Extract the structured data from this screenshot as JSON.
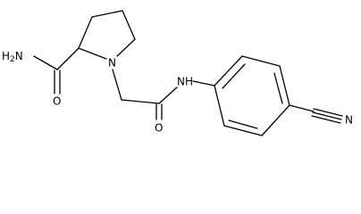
{
  "molecule": {
    "atom_labels": {
      "amide_nh2": "H2N",
      "amide_nh2_main": "H",
      "amide_nh2_sub": "2",
      "amide_nh2_tail": "N",
      "amide_o_left": "O",
      "ring_n": "N",
      "amide_nh": "NH",
      "amide_o_right": "O",
      "nitrile_n": "N"
    },
    "colors": {
      "bond": "#000000",
      "text": "#000000",
      "background": "#ffffff"
    }
  }
}
